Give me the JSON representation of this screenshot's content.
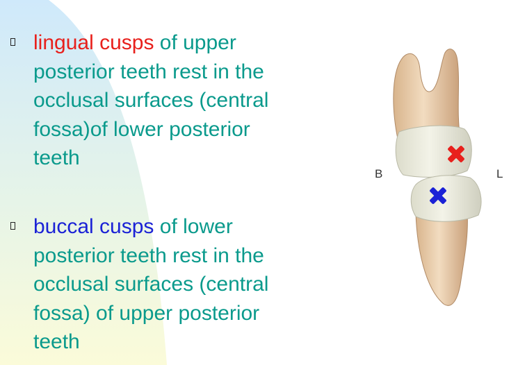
{
  "bullets": [
    {
      "keyword": "lingual cusps",
      "keyword_color": "#e8201c",
      "rest": " of upper posterior teeth rest in the occlusal surfaces (central fossa)of lower posterior teeth"
    },
    {
      "keyword": "buccal cusps",
      "keyword_color": "#1b22d6",
      "rest": " of lower posterior teeth rest in the occlusal surfaces (central fossa) of upper posterior teeth"
    }
  ],
  "figure": {
    "label_left": "B",
    "label_right": "L",
    "markers": [
      {
        "icon": "x-mark-icon",
        "color": "#e8201c"
      },
      {
        "icon": "x-mark-icon",
        "color": "#1b22d6"
      }
    ]
  },
  "colors": {
    "body_text": "#0a9a8c",
    "background_gradient": [
      "#cfe9fb",
      "#fbfbd9"
    ]
  }
}
